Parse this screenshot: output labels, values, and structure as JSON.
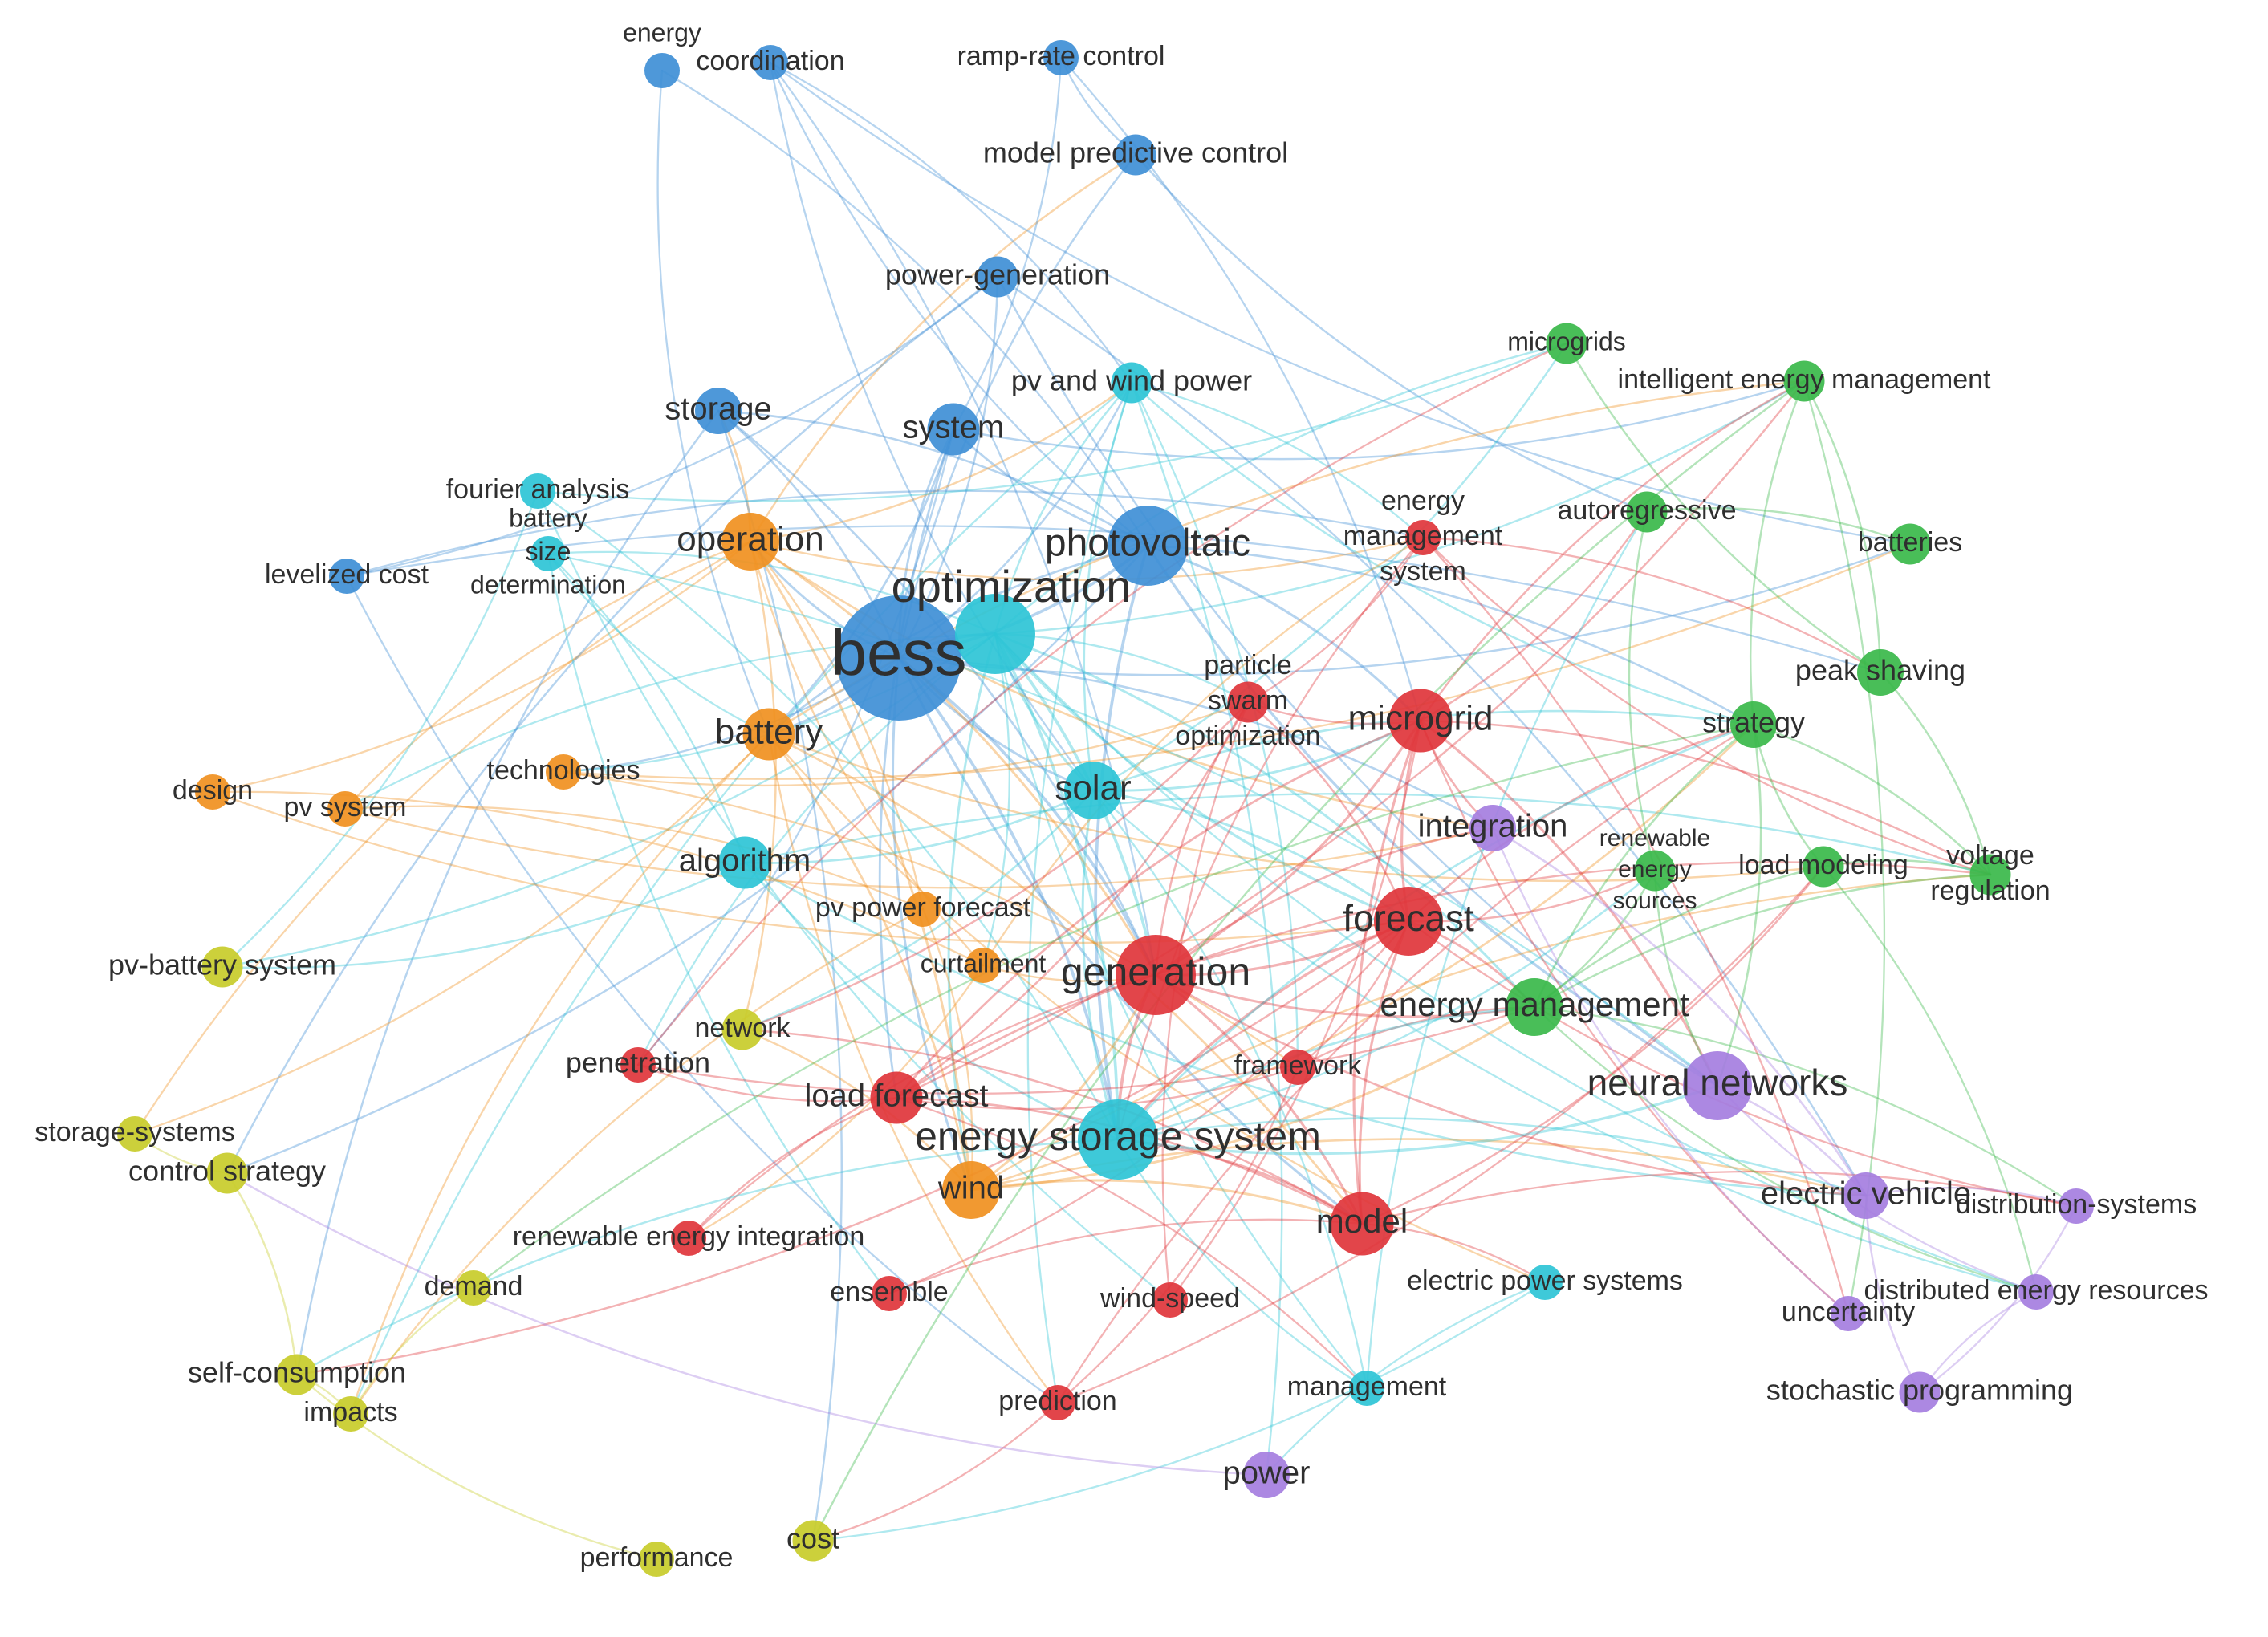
{
  "clusters": {
    "blue": {
      "color": "#3f8fd6"
    },
    "cyan": {
      "color": "#2ec4d6"
    },
    "orange": {
      "color": "#f0901f"
    },
    "red": {
      "color": "#e0353b"
    },
    "green": {
      "color": "#3ab84a"
    },
    "purple": {
      "color": "#a57ee0"
    },
    "yellow": {
      "color": "#c8cc2a"
    }
  },
  "nodes": [
    {
      "id": "bess",
      "label": "bess",
      "cluster": "blue",
      "weight": 10
    },
    {
      "id": "optimization",
      "label": "optimization",
      "cluster": "cyan",
      "weight": 6
    },
    {
      "id": "photovoltaic",
      "label": "photovoltaic",
      "cluster": "blue",
      "weight": 6
    },
    {
      "id": "operation",
      "label": "operation",
      "cluster": "orange",
      "weight": 4
    },
    {
      "id": "storage",
      "label": "storage",
      "cluster": "blue",
      "weight": 3
    },
    {
      "id": "system",
      "label": "system",
      "cluster": "blue",
      "weight": 3.5
    },
    {
      "id": "power-generation",
      "label": "power-generation",
      "cluster": "blue",
      "weight": 2.5
    },
    {
      "id": "model-predictive-control",
      "label": "model predictive control",
      "cluster": "blue",
      "weight": 2.5
    },
    {
      "id": "ramp-rate-control",
      "label": "ramp-rate control",
      "cluster": "blue",
      "weight": 2
    },
    {
      "id": "energy",
      "label": "energy",
      "cluster": "blue",
      "weight": 2
    },
    {
      "id": "coordination",
      "label": "coordination",
      "cluster": "blue",
      "weight": 2
    },
    {
      "id": "levelized-cost",
      "label": "levelized cost",
      "cluster": "blue",
      "weight": 2
    },
    {
      "id": "fourier-analysis",
      "label": "fourier analysis",
      "cluster": "cyan",
      "weight": 2
    },
    {
      "id": "battery-size-determination",
      "label": "battery\nsize\ndetermination",
      "cluster": "cyan",
      "weight": 2
    },
    {
      "id": "pv-and-wind-power",
      "label": "pv and wind power",
      "cluster": "cyan",
      "weight": 2.5
    },
    {
      "id": "battery",
      "label": "battery",
      "cluster": "orange",
      "weight": 3.5
    },
    {
      "id": "solar",
      "label": "solar",
      "cluster": "cyan",
      "weight": 4
    },
    {
      "id": "algorithm",
      "label": "algorithm",
      "cluster": "cyan",
      "weight": 3.5
    },
    {
      "id": "technologies",
      "label": "technologies",
      "cluster": "orange",
      "weight": 2
    },
    {
      "id": "design",
      "label": "design",
      "cluster": "orange",
      "weight": 2
    },
    {
      "id": "pv-system",
      "label": "pv system",
      "cluster": "orange",
      "weight": 2
    },
    {
      "id": "pv-power-forecast",
      "label": "pv power forecast",
      "cluster": "orange",
      "weight": 2
    },
    {
      "id": "curtailment",
      "label": "curtailment",
      "cluster": "orange",
      "weight": 2
    },
    {
      "id": "wind",
      "label": "wind",
      "cluster": "orange",
      "weight": 4
    },
    {
      "id": "energy-management-system",
      "label": "energy\nmanagement\nsystem",
      "cluster": "red",
      "weight": 2
    },
    {
      "id": "particle-swarm-optimization",
      "label": "particle\nswarm\noptimization",
      "cluster": "red",
      "weight": 2.5
    },
    {
      "id": "microgrid",
      "label": "microgrid",
      "cluster": "red",
      "weight": 4.5
    },
    {
      "id": "forecast",
      "label": "forecast",
      "cluster": "red",
      "weight": 5
    },
    {
      "id": "generation",
      "label": "generation",
      "cluster": "red",
      "weight": 6
    },
    {
      "id": "load-forecast",
      "label": "load forecast",
      "cluster": "red",
      "weight": 3.5
    },
    {
      "id": "penetration",
      "label": "penetration",
      "cluster": "red",
      "weight": 2
    },
    {
      "id": "renewable-energy-integration",
      "label": "renewable energy integration",
      "cluster": "red",
      "weight": 2
    },
    {
      "id": "ensemble",
      "label": "ensemble",
      "cluster": "red",
      "weight": 2
    },
    {
      "id": "wind-speed",
      "label": "wind-speed",
      "cluster": "red",
      "weight": 2
    },
    {
      "id": "prediction",
      "label": "prediction",
      "cluster": "red",
      "weight": 2
    },
    {
      "id": "model",
      "label": "model",
      "cluster": "red",
      "weight": 4.5
    },
    {
      "id": "framework",
      "label": "framework",
      "cluster": "red",
      "weight": 2
    },
    {
      "id": "energy-storage-system",
      "label": "energy storage system",
      "cluster": "cyan",
      "weight": 6
    },
    {
      "id": "management",
      "label": "management",
      "cluster": "cyan",
      "weight": 2
    },
    {
      "id": "electric-power-systems",
      "label": "electric power systems",
      "cluster": "cyan",
      "weight": 2
    },
    {
      "id": "microgrids",
      "label": "microgrids",
      "cluster": "green",
      "weight": 2.5
    },
    {
      "id": "intelligent-energy-management",
      "label": "intelligent energy management",
      "cluster": "green",
      "weight": 2.5
    },
    {
      "id": "autoregressive",
      "label": "autoregressive",
      "cluster": "green",
      "weight": 2.5
    },
    {
      "id": "batteries",
      "label": "batteries",
      "cluster": "green",
      "weight": 2.5
    },
    {
      "id": "peak-shaving",
      "label": "peak shaving",
      "cluster": "green",
      "weight": 3
    },
    {
      "id": "strategy",
      "label": "strategy",
      "cluster": "green",
      "weight": 3
    },
    {
      "id": "renewable-energy-sources",
      "label": "renewable\nenergy\nsources",
      "cluster": "green",
      "weight": 2.5
    },
    {
      "id": "load-modeling",
      "label": "load modeling",
      "cluster": "green",
      "weight": 2.5
    },
    {
      "id": "voltage-regulation",
      "label": "voltage\nregulation",
      "cluster": "green",
      "weight": 2.5
    },
    {
      "id": "energy-management",
      "label": "energy management",
      "cluster": "green",
      "weight": 4
    },
    {
      "id": "integration",
      "label": "integration",
      "cluster": "purple",
      "weight": 3
    },
    {
      "id": "neural-networks",
      "label": "neural networks",
      "cluster": "purple",
      "weight": 5
    },
    {
      "id": "electric-vehicle",
      "label": "electric vehicle",
      "cluster": "purple",
      "weight": 3
    },
    {
      "id": "distribution-systems",
      "label": "distribution-systems",
      "cluster": "purple",
      "weight": 2
    },
    {
      "id": "distributed-energy-resources",
      "label": "distributed energy resources",
      "cluster": "purple",
      "weight": 2
    },
    {
      "id": "uncertainty",
      "label": "uncertainty",
      "cluster": "purple",
      "weight": 2
    },
    {
      "id": "stochastic-programming",
      "label": "stochastic programming",
      "cluster": "purple",
      "weight": 2.5
    },
    {
      "id": "power",
      "label": "power",
      "cluster": "purple",
      "weight": 3
    },
    {
      "id": "pv-battery-system",
      "label": "pv-battery system",
      "cluster": "yellow",
      "weight": 2.5
    },
    {
      "id": "network",
      "label": "network",
      "cluster": "yellow",
      "weight": 2.5
    },
    {
      "id": "storage-systems",
      "label": "storage-systems",
      "cluster": "yellow",
      "weight": 2
    },
    {
      "id": "control-strategy",
      "label": "control strategy",
      "cluster": "yellow",
      "weight": 2.5
    },
    {
      "id": "demand",
      "label": "demand",
      "cluster": "yellow",
      "weight": 2
    },
    {
      "id": "self-consumption",
      "label": "self-consumption",
      "cluster": "yellow",
      "weight": 2.5
    },
    {
      "id": "impacts",
      "label": "impacts",
      "cluster": "yellow",
      "weight": 2
    },
    {
      "id": "performance",
      "label": "performance",
      "cluster": "yellow",
      "weight": 2
    },
    {
      "id": "cost",
      "label": "cost",
      "cluster": "yellow",
      "weight": 2.5
    }
  ]
}
